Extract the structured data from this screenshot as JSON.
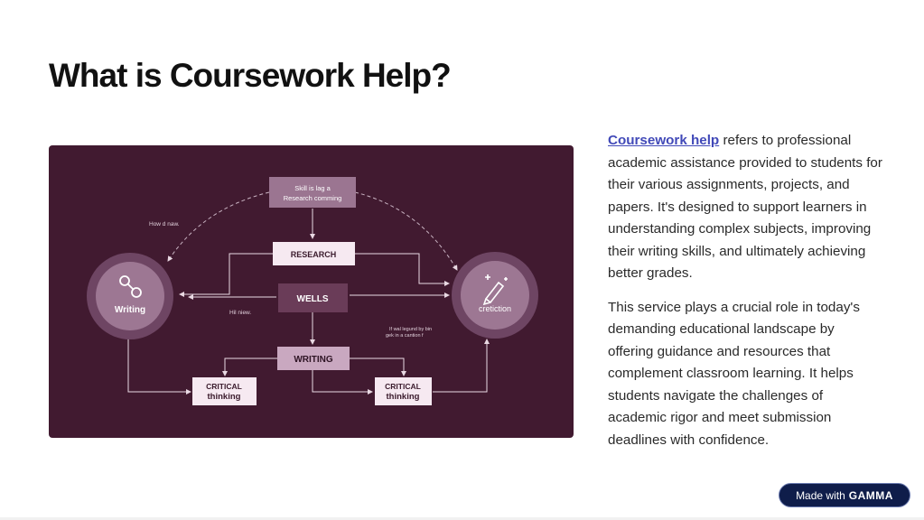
{
  "slide": {
    "title": "What is Coursework Help?"
  },
  "diagram": {
    "nodes": {
      "top_line1": "Skill is lag a",
      "top_line2": "Research comming",
      "research": "RESEARCH",
      "wells": "WELLS",
      "writing_box": "WRITING",
      "critical_left_line1": "CRITICAL",
      "critical_left_line2": "thinking",
      "critical_right_line1": "CRITICAL",
      "critical_right_line2": "thinking",
      "writing_circle": "Writing",
      "cretiction_circle": "cretiction"
    },
    "annotations": {
      "how_d_naw": "How d naw.",
      "hill_new": "Hil niew.",
      "note_line1": "If wal legund by bin",
      "note_line2": "gek in a cantion f"
    },
    "colors": {
      "background": "#411a30",
      "box_light": "#f6e9f1",
      "box_mid": "#c9a8c0",
      "box_dark": "#6a3c58",
      "circle_outer": "#6e4563",
      "circle_inner": "#9d7793"
    }
  },
  "text": {
    "p1_link": "Coursework help",
    "p1_rest": " refers to professional academic assistance provided to students for their various assignments, projects, and papers. It's designed to support learners in understanding complex subjects, improving their writing skills, and ultimately achieving better grades.",
    "p2": "This service plays a crucial role in today's demanding educational landscape by offering guidance and resources that complement classroom learning. It helps students navigate the challenges of academic rigor and meet submission deadlines with confidence."
  },
  "badge": {
    "prefix": "Made with",
    "brand": "GAMMA"
  }
}
